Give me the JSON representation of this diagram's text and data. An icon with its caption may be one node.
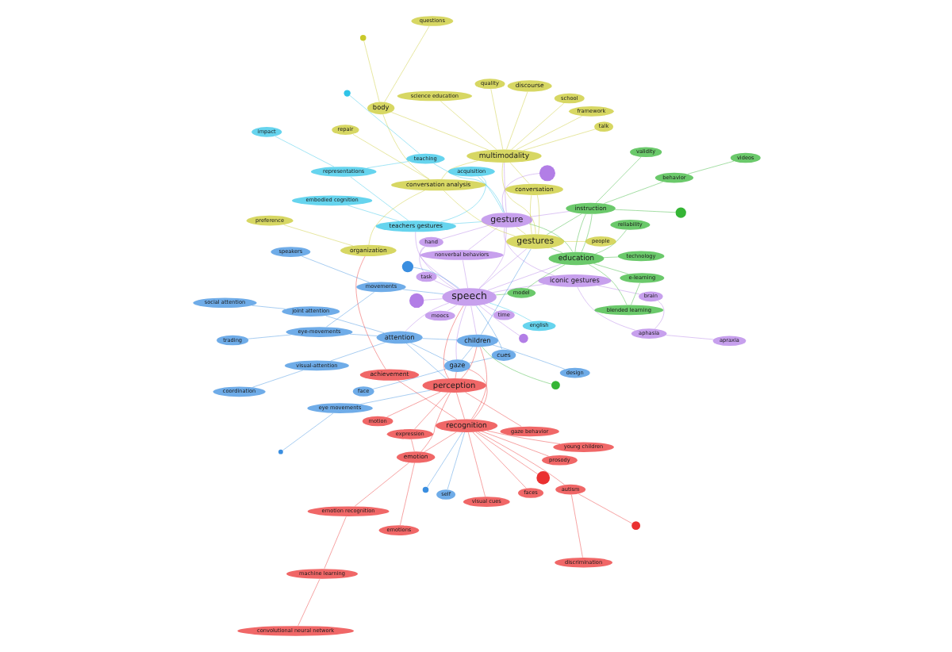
{
  "diagram": {
    "nodes": [
      {
        "text": [
          "embodied cognition"
        ]
      },
      {
        "text": [
          "nonverbal behaviors"
        ]
      },
      {
        "text": [
          "teachers gestures"
        ]
      },
      {
        "text": [
          "task"
        ]
      },
      {
        "text": [
          "hand"
        ]
      },
      {
        "text": [
          "aphasia"
        ]
      },
      {
        "text": [
          "apraxia"
        ]
      },
      {
        "text": [
          "acquisition"
        ]
      },
      {
        "text": [
          "iconic gestures"
        ]
      },
      {
        "text": [
          "representations"
        ]
      },
      {
        "text": [
          "blended learning"
        ]
      },
      {
        "text": [
          "speakers"
        ]
      },
      {
        "text": [
          "brain"
        ]
      },
      {
        "text": [
          "teaching"
        ]
      },
      {
        "text": [
          "e-learning"
        ]
      },
      {
        "text": [
          "trading"
        ]
      },
      {
        "text": [
          "gesture"
        ]
      },
      {
        "text": [
          "movements"
        ]
      },
      {
        "text": [
          "eye-movements"
        ]
      },
      {
        "text": [
          "technology"
        ]
      },
      {
        "text": [
          "speech"
        ]
      },
      {
        "text": [
          "reliability"
        ]
      },
      {
        "text": [
          "time"
        ]
      },
      {
        "text": [
          "education"
        ]
      },
      {
        "text": [
          "model"
        ]
      },
      {
        "text": [
          "cues"
        ]
      },
      {
        "text": [
          "english"
        ]
      },
      {
        "text": [
          "attention"
        ]
      },
      {
        "text": [
          "science education"
        ]
      },
      {
        "text": [
          "visual-attention"
        ]
      },
      {
        "text": [
          "instruction"
        ]
      },
      {
        "text": [
          "gaze"
        ]
      },
      {
        "text": [
          "coordination"
        ]
      },
      {
        "text": [
          "impact"
        ]
      },
      {
        "text": [
          "joint attention"
        ]
      },
      {
        "text": [
          "people"
        ]
      },
      {
        "text": [
          "moocs"
        ]
      },
      {
        "text": [
          "design"
        ]
      },
      {
        "text": [
          "gestures"
        ]
      },
      {
        "text": [
          "face"
        ]
      },
      {
        "text": [
          "discourse"
        ]
      },
      {
        "text": [
          "quality"
        ]
      },
      {
        "text": [
          "children"
        ]
      },
      {
        "text": [
          "validity"
        ]
      },
      {
        "text": [
          "gaze behavior"
        ]
      },
      {
        "text": [
          "multimodality"
        ]
      },
      {
        "text": [
          "expression"
        ]
      },
      {
        "text": [
          "perception"
        ]
      },
      {
        "text": [
          "behavior"
        ]
      },
      {
        "text": [
          "videos"
        ]
      },
      {
        "text": [
          "social attention"
        ]
      },
      {
        "text": [
          "talk"
        ]
      },
      {
        "text": [
          "questions"
        ]
      },
      {
        "text": [
          "school"
        ]
      },
      {
        "text": [
          "conversation"
        ]
      },
      {
        "text": [
          "emotion"
        ]
      },
      {
        "text": [
          "recognition"
        ]
      },
      {
        "text": [
          "eye movements"
        ]
      },
      {
        "text": [
          "framework"
        ]
      },
      {
        "text": [
          "self"
        ]
      },
      {
        "text": [
          "body"
        ]
      },
      {
        "text": [
          "achievement"
        ]
      },
      {
        "text": [
          "emotions"
        ]
      },
      {
        "text": [
          "autism"
        ]
      },
      {
        "text": [
          "young children"
        ]
      },
      {
        "text": [
          "conversation analysis"
        ]
      },
      {
        "text": [
          "emotion recognition"
        ]
      },
      {
        "text": [
          "repair"
        ]
      },
      {
        "text": [
          "organization"
        ]
      },
      {
        "text": [
          "visual cues"
        ]
      },
      {
        "text": [
          "faces"
        ]
      },
      {
        "text": [
          "machine learning"
        ]
      },
      {
        "text": [
          "motion"
        ]
      },
      {
        "text": [
          "preference"
        ]
      },
      {
        "text": [
          "convolutional neural network"
        ]
      },
      {
        "text": [
          "prosody"
        ]
      },
      {
        "text": [
          "discrimination"
        ]
      },
      {
        "text": [],
        "shape": "circle"
      },
      {
        "text": [],
        "shape": "circle"
      },
      {
        "text": [],
        "shape": "circle"
      },
      {
        "text": [],
        "shape": "circle"
      },
      {
        "text": [],
        "shape": "circle"
      },
      {
        "text": [],
        "shape": "circle"
      },
      {
        "text": [],
        "shape": "circle"
      },
      {
        "text": [],
        "shape": "circle"
      },
      {
        "text": [],
        "shape": "circle"
      },
      {
        "text": [],
        "shape": "circle"
      },
      {
        "text": [],
        "shape": "circle"
      },
      {
        "text": [],
        "shape": "circle"
      }
    ],
    "edges": [
      {
        "from": 1,
        "to": 20,
        "arrow": "none",
        "color": "#b27ee6"
      },
      {
        "from": 3,
        "to": 20,
        "arrow": "none",
        "color": "#b27ee6"
      },
      {
        "from": 4,
        "to": 20,
        "arrow": "none",
        "color": "#b27ee6"
      },
      {
        "from": 5,
        "to": 8,
        "arrow": "none",
        "color": "#b27ee6"
      },
      {
        "from": 6,
        "to": 5,
        "arrow": "none",
        "color": "#b27ee6"
      },
      {
        "from": 8,
        "to": 20,
        "arrow": "none",
        "color": "#b27ee6"
      },
      {
        "from": 12,
        "to": 5,
        "arrow": "none",
        "color": "#b27ee6"
      },
      {
        "from": 16,
        "to": 20,
        "arrow": "none",
        "color": "#b27ee6"
      },
      {
        "from": 22,
        "to": 20,
        "arrow": "none",
        "color": "#b27ee6"
      },
      {
        "from": 36,
        "to": 20,
        "arrow": "none",
        "color": "#b27ee6"
      },
      {
        "from": 77,
        "to": 16,
        "arrow": "none",
        "color": "#b27ee6"
      },
      {
        "from": 78,
        "to": 20,
        "arrow": "none",
        "color": "#b27ee6"
      },
      {
        "from": 79,
        "to": 20,
        "arrow": "none",
        "color": "#b27ee6"
      },
      {
        "from": 1,
        "to": 16,
        "arrow": "none",
        "color": "#b27ee6"
      },
      {
        "from": 4,
        "to": 16,
        "arrow": "none",
        "color": "#b27ee6"
      },
      {
        "from": 8,
        "to": 16,
        "arrow": "none",
        "color": "#b27ee6"
      },
      {
        "from": 12,
        "to": 8,
        "arrow": "none",
        "color": "#b27ee6"
      },
      {
        "from": 3,
        "to": 4,
        "arrow": "none",
        "color": "#b27ee6"
      },
      {
        "from": 0,
        "to": 2,
        "arrow": "none",
        "color": "#2fc4e8"
      },
      {
        "from": 2,
        "to": 16,
        "arrow": "none",
        "color": "#2fc4e8"
      },
      {
        "from": 7,
        "to": 2,
        "arrow": "none",
        "color": "#2fc4e8"
      },
      {
        "from": 9,
        "to": 2,
        "arrow": "none",
        "color": "#2fc4e8"
      },
      {
        "from": 13,
        "to": 9,
        "arrow": "none",
        "color": "#2fc4e8"
      },
      {
        "from": 26,
        "to": 20,
        "arrow": "none",
        "color": "#2fc4e8"
      },
      {
        "from": 33,
        "to": 9,
        "arrow": "none",
        "color": "#2fc4e8"
      },
      {
        "from": 87,
        "to": 13,
        "arrow": "none",
        "color": "#2fc4e8"
      },
      {
        "from": 7,
        "to": 16,
        "arrow": "none",
        "color": "#2fc4e8"
      },
      {
        "from": 13,
        "to": 16,
        "arrow": "none",
        "color": "#2fc4e8"
      },
      {
        "from": 10,
        "to": 23,
        "arrow": "none",
        "color": "#35b535"
      },
      {
        "from": 14,
        "to": 23,
        "arrow": "none",
        "color": "#35b535"
      },
      {
        "from": 19,
        "to": 23,
        "arrow": "none",
        "color": "#35b535"
      },
      {
        "from": 21,
        "to": 23,
        "arrow": "none",
        "color": "#35b535"
      },
      {
        "from": 24,
        "to": 23,
        "arrow": "none",
        "color": "#35b535"
      },
      {
        "from": 30,
        "to": 23,
        "arrow": "none",
        "color": "#35b535"
      },
      {
        "from": 43,
        "to": 30,
        "arrow": "none",
        "color": "#35b535"
      },
      {
        "from": 48,
        "to": 30,
        "arrow": "none",
        "color": "#35b535"
      },
      {
        "from": 49,
        "to": 48,
        "arrow": "none",
        "color": "#35b535"
      },
      {
        "from": 81,
        "to": 30,
        "arrow": "none",
        "color": "#35b535"
      },
      {
        "from": 82,
        "to": 42,
        "arrow": "none",
        "color": "#35b535"
      },
      {
        "from": 23,
        "to": 16,
        "arrow": "none",
        "color": "#35b535"
      },
      {
        "from": 30,
        "to": 38,
        "arrow": "none",
        "color": "#35b535"
      },
      {
        "from": 14,
        "to": 10,
        "arrow": "none",
        "color": "#35b535"
      },
      {
        "from": 24,
        "to": 20,
        "arrow": "none",
        "color": "#35b535"
      },
      {
        "from": 11,
        "to": 17,
        "arrow": "none",
        "color": "#3a8ee0"
      },
      {
        "from": 15,
        "to": 18,
        "arrow": "none",
        "color": "#3a8ee0"
      },
      {
        "from": 17,
        "to": 20,
        "arrow": "none",
        "color": "#3a8ee0"
      },
      {
        "from": 18,
        "to": 27,
        "arrow": "none",
        "color": "#3a8ee0"
      },
      {
        "from": 25,
        "to": 31,
        "arrow": "none",
        "color": "#3a8ee0"
      },
      {
        "from": 29,
        "to": 27,
        "arrow": "none",
        "color": "#3a8ee0"
      },
      {
        "from": 31,
        "to": 27,
        "arrow": "none",
        "color": "#3a8ee0"
      },
      {
        "from": 32,
        "to": 29,
        "arrow": "none",
        "color": "#3a8ee0"
      },
      {
        "from": 34,
        "to": 27,
        "arrow": "none",
        "color": "#3a8ee0"
      },
      {
        "from": 37,
        "to": 42,
        "arrow": "none",
        "color": "#3a8ee0"
      },
      {
        "from": 39,
        "to": 31,
        "arrow": "none",
        "color": "#3a8ee0"
      },
      {
        "from": 42,
        "to": 31,
        "arrow": "none",
        "color": "#3a8ee0"
      },
      {
        "from": 50,
        "to": 34,
        "arrow": "none",
        "color": "#3a8ee0"
      },
      {
        "from": 57,
        "to": 47,
        "arrow": "none",
        "color": "#3a8ee0"
      },
      {
        "from": 59,
        "to": 56,
        "arrow": "none",
        "color": "#3a8ee0"
      },
      {
        "from": 80,
        "to": 20,
        "arrow": "none",
        "color": "#3a8ee0"
      },
      {
        "from": 85,
        "to": 56,
        "arrow": "none",
        "color": "#3a8ee0"
      },
      {
        "from": 86,
        "to": 57,
        "arrow": "none",
        "color": "#3a8ee0"
      },
      {
        "from": 25,
        "to": 20,
        "arrow": "none",
        "color": "#3a8ee0"
      },
      {
        "from": 42,
        "to": 38,
        "arrow": "none",
        "color": "#3a8ee0"
      },
      {
        "from": 28,
        "to": 45,
        "arrow": "none",
        "color": "#c9c92a"
      },
      {
        "from": 35,
        "to": 38,
        "arrow": "none",
        "color": "#c9c92a"
      },
      {
        "from": 38,
        "to": 16,
        "arrow": "none",
        "color": "#c9c92a"
      },
      {
        "from": 40,
        "to": 45,
        "arrow": "none",
        "color": "#c9c92a"
      },
      {
        "from": 41,
        "to": 45,
        "arrow": "none",
        "color": "#c9c92a"
      },
      {
        "from": 45,
        "to": 38,
        "arrow": "none",
        "color": "#c9c92a"
      },
      {
        "from": 51,
        "to": 45,
        "arrow": "none",
        "color": "#c9c92a"
      },
      {
        "from": 52,
        "to": 60,
        "arrow": "none",
        "color": "#c9c92a"
      },
      {
        "from": 53,
        "to": 45,
        "arrow": "none",
        "color": "#c9c92a"
      },
      {
        "from": 54,
        "to": 38,
        "arrow": "none",
        "color": "#c9c92a"
      },
      {
        "from": 58,
        "to": 45,
        "arrow": "none",
        "color": "#c9c92a"
      },
      {
        "from": 60,
        "to": 65,
        "arrow": "none",
        "color": "#c9c92a"
      },
      {
        "from": 65,
        "to": 45,
        "arrow": "none",
        "color": "#c9c92a"
      },
      {
        "from": 67,
        "to": 65,
        "arrow": "none",
        "color": "#c9c92a"
      },
      {
        "from": 68,
        "to": 65,
        "arrow": "none",
        "color": "#c9c92a"
      },
      {
        "from": 73,
        "to": 68,
        "arrow": "none",
        "color": "#c9c92a"
      },
      {
        "from": 88,
        "to": 60,
        "arrow": "none",
        "color": "#c9c92a"
      },
      {
        "from": 44,
        "to": 47,
        "arrow": "none",
        "color": "#ea3030"
      },
      {
        "from": 46,
        "to": 47,
        "arrow": "none",
        "color": "#ea3030"
      },
      {
        "from": 47,
        "to": 56,
        "arrow": "none",
        "color": "#ea3030"
      },
      {
        "from": 55,
        "to": 56,
        "arrow": "none",
        "color": "#ea3030"
      },
      {
        "from": 61,
        "to": 56,
        "arrow": "none",
        "color": "#ea3030"
      },
      {
        "from": 62,
        "to": 55,
        "arrow": "none",
        "color": "#ea3030"
      },
      {
        "from": 63,
        "to": 56,
        "arrow": "none",
        "color": "#ea3030"
      },
      {
        "from": 64,
        "to": 56,
        "arrow": "none",
        "color": "#ea3030"
      },
      {
        "from": 66,
        "to": 55,
        "arrow": "none",
        "color": "#ea3030"
      },
      {
        "from": 69,
        "to": 56,
        "arrow": "none",
        "color": "#ea3030"
      },
      {
        "from": 70,
        "to": 56,
        "arrow": "none",
        "color": "#ea3030"
      },
      {
        "from": 71,
        "to": 66,
        "arrow": "none",
        "color": "#ea3030"
      },
      {
        "from": 72,
        "to": 47,
        "arrow": "none",
        "color": "#ea3030"
      },
      {
        "from": 74,
        "to": 71,
        "arrow": "none",
        "color": "#ea3030"
      },
      {
        "from": 75,
        "to": 56,
        "arrow": "none",
        "color": "#ea3030"
      },
      {
        "from": 76,
        "to": 63,
        "arrow": "none",
        "color": "#ea3030"
      },
      {
        "from": 83,
        "to": 56,
        "arrow": "none",
        "color": "#ea3030"
      },
      {
        "from": 84,
        "to": 63,
        "arrow": "none",
        "color": "#ea3030"
      },
      {
        "from": 47,
        "to": 31,
        "arrow": "none",
        "color": "#ea3030"
      },
      {
        "from": 47,
        "to": 20,
        "arrow": "none",
        "color": "#ea3030"
      },
      {
        "from": 55,
        "to": 46,
        "arrow": "none",
        "color": "#ea3030"
      },
      {
        "from": 61,
        "to": 68,
        "arrow": "none",
        "color": "#ea3030"
      },
      {
        "from": 20,
        "to": 38,
        "arrow": "none",
        "color": "#b27ee6"
      },
      {
        "from": 20,
        "to": 31,
        "arrow": "none",
        "color": "#b27ee6"
      },
      {
        "from": 20,
        "to": 27,
        "arrow": "none",
        "color": "#b27ee6"
      },
      {
        "from": 20,
        "to": 42,
        "arrow": "none",
        "color": "#b27ee6"
      },
      {
        "from": 20,
        "to": 23,
        "arrow": "none",
        "color": "#b27ee6"
      },
      {
        "from": 20,
        "to": 2,
        "arrow": "none",
        "color": "#b27ee6"
      },
      {
        "from": 16,
        "to": 45,
        "arrow": "none",
        "color": "#b27ee6"
      },
      {
        "from": 16,
        "to": 30,
        "arrow": "none",
        "color": "#b27ee6"
      },
      {
        "from": 38,
        "to": 54,
        "arrow": "none",
        "color": "#c9c92a"
      },
      {
        "from": 38,
        "to": 65,
        "arrow": "none",
        "color": "#c9c92a"
      },
      {
        "from": 45,
        "to": 54,
        "arrow": "none",
        "color": "#c9c92a"
      },
      {
        "from": 45,
        "to": 60,
        "arrow": "none",
        "color": "#c9c92a"
      },
      {
        "from": 56,
        "to": 31,
        "arrow": "none",
        "color": "#ea3030"
      },
      {
        "from": 56,
        "to": 42,
        "arrow": "none",
        "color": "#ea3030"
      },
      {
        "from": 47,
        "to": 42,
        "arrow": "none",
        "color": "#ea3030"
      },
      {
        "from": 55,
        "to": 47,
        "arrow": "none",
        "color": "#ea3030"
      },
      {
        "from": 27,
        "to": 42,
        "arrow": "none",
        "color": "#3a8ee0"
      },
      {
        "from": 27,
        "to": 47,
        "arrow": "none",
        "color": "#3a8ee0"
      },
      {
        "from": 17,
        "to": 18,
        "arrow": "none",
        "color": "#3a8ee0"
      },
      {
        "from": 23,
        "to": 30,
        "arrow": "none",
        "color": "#35b535"
      },
      {
        "from": 23,
        "to": 38,
        "arrow": "none",
        "color": "#35b535"
      }
    ]
  }
}
